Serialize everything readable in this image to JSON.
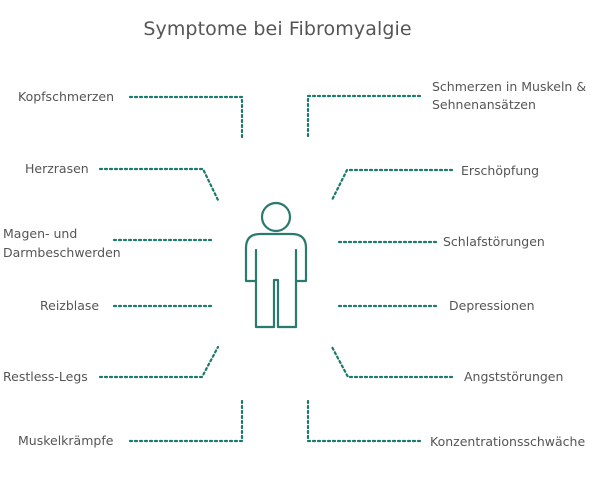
{
  "title": "Symptome bei Fibromyalgie",
  "colors": {
    "connector": "#1a7a6c",
    "figure": "#2a7a70",
    "text": "#555555"
  },
  "figure_icon": "person-outline-icon",
  "left_symptoms": [
    {
      "label": "Kopfschmerzen"
    },
    {
      "label": "Herzrasen"
    },
    {
      "label_line1": "Magen- und",
      "label_line2": "Darmbeschwerden"
    },
    {
      "label": "Reizblase"
    },
    {
      "label": "Restless-Legs"
    },
    {
      "label": "Muskelkrämpfe"
    }
  ],
  "right_symptoms": [
    {
      "label_line1": "Schmerzen in Muskeln &",
      "label_line2": "Sehnenansätzen"
    },
    {
      "label": "Erschöpfung"
    },
    {
      "label": "Schlafstörungen"
    },
    {
      "label": "Depressionen"
    },
    {
      "label": "Angststörungen"
    },
    {
      "label": "Konzentrationsschwäche"
    }
  ]
}
